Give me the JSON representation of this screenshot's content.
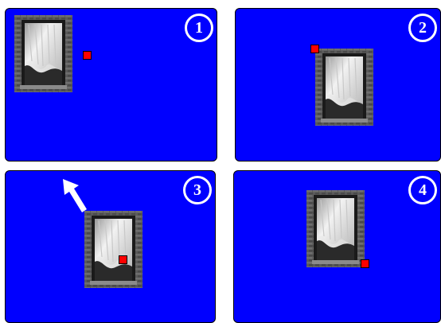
{
  "panels": [
    {
      "number": "1"
    },
    {
      "number": "2"
    },
    {
      "number": "3"
    },
    {
      "number": "4"
    }
  ],
  "colors": {
    "panel_background": "#0000ff",
    "badge": "#ffffff",
    "handle": "#ff0000",
    "arrow": "#ffffff"
  },
  "icons": {
    "image": "window-photo-icon",
    "handle": "red-square-handle-icon",
    "arrow": "up-left-arrow-icon"
  }
}
